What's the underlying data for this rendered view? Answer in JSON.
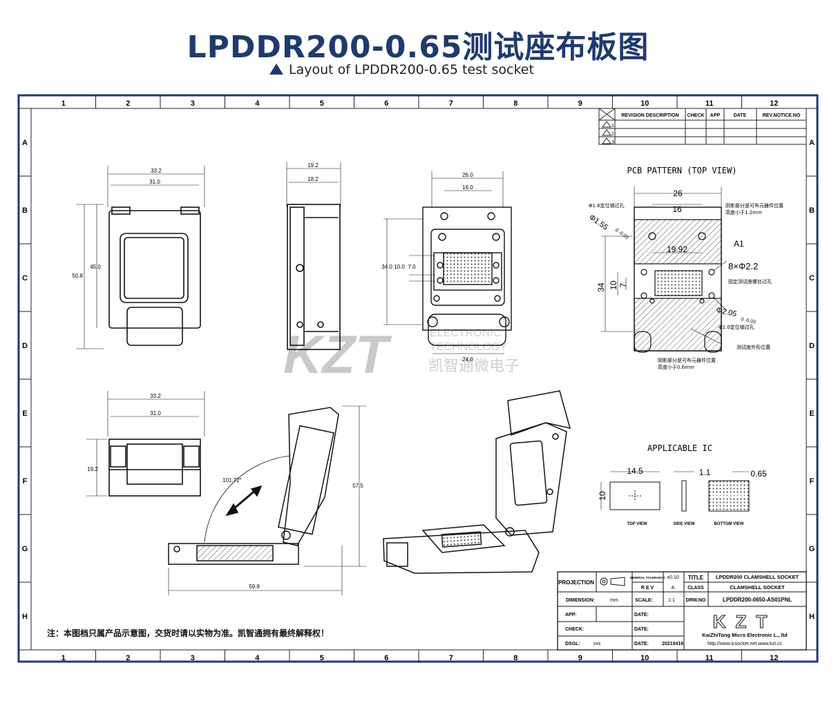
{
  "header": {
    "title": "LPDDR200-0.65测试座布板图",
    "subtitle": "Layout of LPDDR200-0.65  test socket"
  },
  "grid": {
    "columns": [
      "1",
      "2",
      "3",
      "4",
      "5",
      "6",
      "7",
      "8",
      "9",
      "10",
      "11",
      "12"
    ],
    "rows": [
      "A",
      "B",
      "C",
      "D",
      "E",
      "F",
      "G",
      "H"
    ]
  },
  "revision_table": {
    "headers": [
      "REVISION DESCRIPTION",
      "CHECK",
      "APP",
      "DATE",
      "REV.NOTICE.NO"
    ],
    "rows": [
      "1",
      "2",
      "3"
    ]
  },
  "views": {
    "front": {
      "dims": [
        "33.2",
        "31.0",
        "50.8",
        "45.0"
      ]
    },
    "side": {
      "dims": [
        "19.2",
        "18.2"
      ]
    },
    "top": {
      "dims": [
        "26.0",
        "16.0",
        "34.0",
        "10.0",
        "7.0",
        "24.0"
      ]
    },
    "bottom": {
      "dims": [
        "33.2",
        "31.0",
        "19.2"
      ]
    },
    "open": {
      "dims": [
        "101.72°",
        "57.5",
        "59.9"
      ]
    }
  },
  "pcb_pattern": {
    "title": "PCB PATTERN (TOP VIEW)",
    "dims": [
      "26",
      "16",
      "19.92",
      "34",
      "10",
      "7"
    ],
    "labels": {
      "hole_top": "Φ1.6定位销过孔",
      "hole_dia_1": "Φ1.55",
      "hole_tol_1": "0 -0.03",
      "note_top_1": "阴影部分是可布元器件位置",
      "note_top_2": "高度小于1.2mm",
      "a1": "A1",
      "screw_qty": "8×Φ2.2",
      "screw_note": "固定测试座螺丝过孔",
      "hole_dia_2": "Φ2.05",
      "hole_tol_2": "0 -0.03",
      "hole_bottom": "Φ2.0定位销过孔",
      "outline_note": "测试座外形位置",
      "note_bot_1": "阴影部分是可布元器件位置",
      "note_bot_2": "高度小于0.6mm"
    }
  },
  "applicable_ic": {
    "title": "APPLICABLE IC",
    "dims": [
      "14.5",
      "10",
      "1.1",
      "0.65"
    ],
    "views": [
      "TOP VIEW",
      "SIDE VIEW",
      "BOTTOM VIEW"
    ]
  },
  "title_block": {
    "projection": "PROJECTION",
    "general_tol": "GENERAL TOLERANCE",
    "tol_value": "±0.10",
    "rev_label": "R E V",
    "rev_value": "A",
    "title_label": "TITLE",
    "title_value": "LPDDR200 CLAMSHELL SOCKET",
    "class_label": "CLASS",
    "class_value": "CLAMSHELL SOCKET",
    "drw_label": "DRW.NO",
    "drw_value": "LPDDR200-0650-AS01PNL",
    "dimension_label": "DIMENSION:",
    "dimension_value": "mm",
    "scale_label": "SCALE:",
    "scale_value": "1:1",
    "app_label": "APP:",
    "check_label": "CHECK:",
    "dsgl_label": "DSGL:",
    "dsgl_value": "xxx",
    "date_label": "DATE:",
    "date_value": "20210416",
    "logo": "KZT",
    "company": "KaiZhiTong Micro Electronic L., ltd",
    "website": "http://www.icsocket.net www.kzt.cc"
  },
  "watermark": {
    "logo": "KZT",
    "line1": "ELECTRONIC",
    "line2": "TECHNOLOGY",
    "line3": "凯智通微电子"
  },
  "footer_note": "注：本图档只属产品示意图，交货时请以实物为准。凯智通拥有最终解释权！",
  "colors": {
    "title": "#1f3a6e",
    "frame": "#1f3a6e",
    "hatch": "#555555"
  }
}
